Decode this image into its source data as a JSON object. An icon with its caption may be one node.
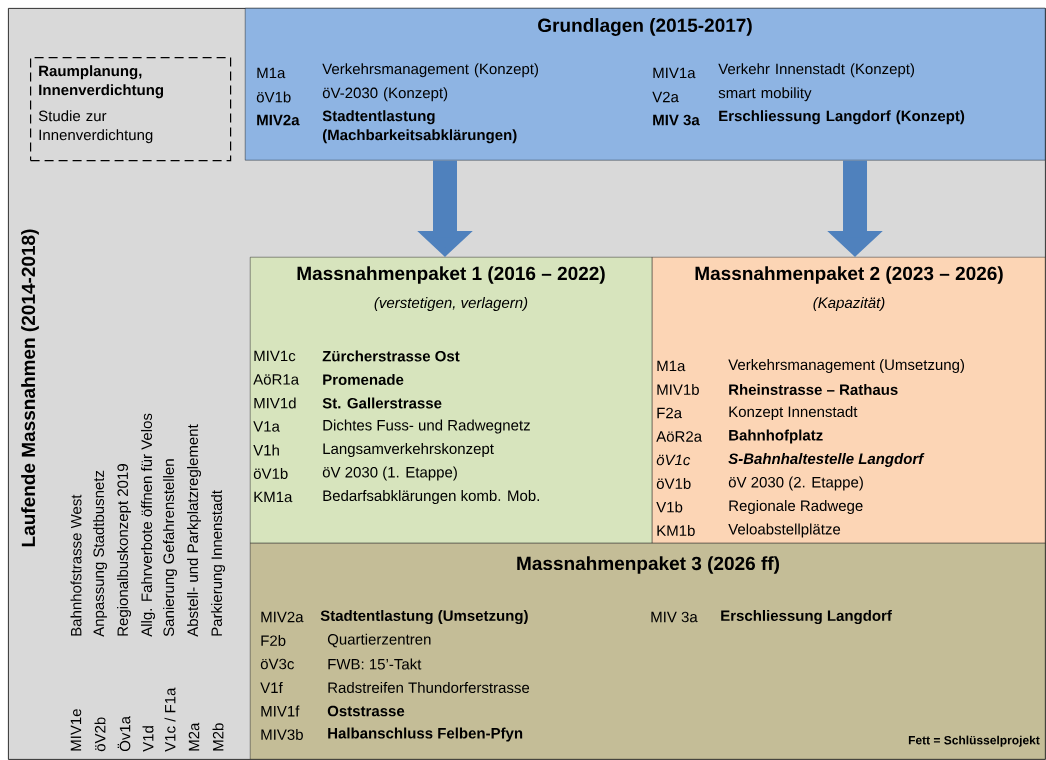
{
  "diagram": {
    "nodes": [
      {
        "text": [
          "Laufende Massnahmen (2014-2018)",
          "MIV1e",
          "Bahnhofstrasse West",
          "öV2b",
          "Anpassung Stadtbusnetz",
          "Öv1a",
          "Regionalbuskonzept 2019",
          "V1d",
          "Allg. Fahrverbote öffnen für Velos",
          "V1c / F1a",
          "Sanierung Gefahrenstellen",
          "M2a",
          "Abstell- und Parkplatzreglement",
          "M2b",
          "Parkierung Innenstadt"
        ]
      },
      {
        "text": [
          "Raumplanung, Innenverdichtung",
          "Studie zur Innenverdichtung"
        ],
        "in": 0
      },
      {
        "text": [
          "Grundlagen (2015-2017)",
          "M1a",
          "Verkehrsmanagement (Konzept)",
          "öV1b",
          "öV-2030 (Konzept)",
          "MIV2a",
          "Stadtentlastung (Machbarkeitsabklärungen)",
          "MIV1a",
          "Verkehr Innenstadt (Konzept)",
          "V2a",
          "smart mobility",
          "MIV 3a",
          "Erschliessung Langdorf (Konzept)"
        ],
        "in": 0
      },
      {
        "text": [
          "Massnahmenpaket 1 (2016 – 2022)",
          "(verstetigen, verlagern)",
          "MIV1c",
          "Zürcherstrasse Ost",
          "AöR1a",
          "Promenade",
          "MIV1d",
          "St. Gallerstrasse",
          "V1a",
          "Dichtes Fuss- und Radwegnetz",
          "V1h",
          "Langsamverkehrskonzept",
          "öV1b",
          "öV 2030 (1. Etappe)",
          "KM1a",
          "Bedarfsabklärungen komb. Mob."
        ],
        "in": 0
      },
      {
        "text": [
          "Massnahmenpaket 2 (2023 – 2026)",
          "(Kapazität)",
          "M1a",
          "Verkehrsmanagement (Umsetzung)",
          "MIV1b",
          "Rheinstrasse – Rathaus",
          "F2a",
          "Konzept Innenstadt",
          "AöR2a",
          "Bahnhofplatz",
          "öV1c",
          "S-Bahnhaltestelle Langdorf",
          "öV1b",
          "öV 2030 (2. Etappe)",
          "V1b",
          "Regionale Radwege",
          "KM1b",
          "Veloabstellplätze"
        ],
        "in": 0
      },
      {
        "text": [
          "Massnahmenpaket 3 (2026 ff)",
          "MIV2a",
          "Stadtentlastung (Umsetzung)",
          "F2b",
          "Quartierzentren",
          "öV3c",
          "FWB: 15’-Takt",
          "V1f",
          "Radstreifen Thundorferstrasse",
          "MIV1f",
          "Oststrasse",
          "MIV3b",
          "Halbanschluss  Felben-Pfyn",
          "MIV 3a",
          "Erschliessung Langdorf"
        ],
        "in": 0
      }
    ],
    "edges": [
      {
        "from": 2,
        "to": 3,
        "arrow": "to"
      },
      {
        "from": 2,
        "to": 4,
        "arrow": "to"
      }
    ],
    "labels": [
      "Fett = Schlüsselprojekt"
    ]
  }
}
